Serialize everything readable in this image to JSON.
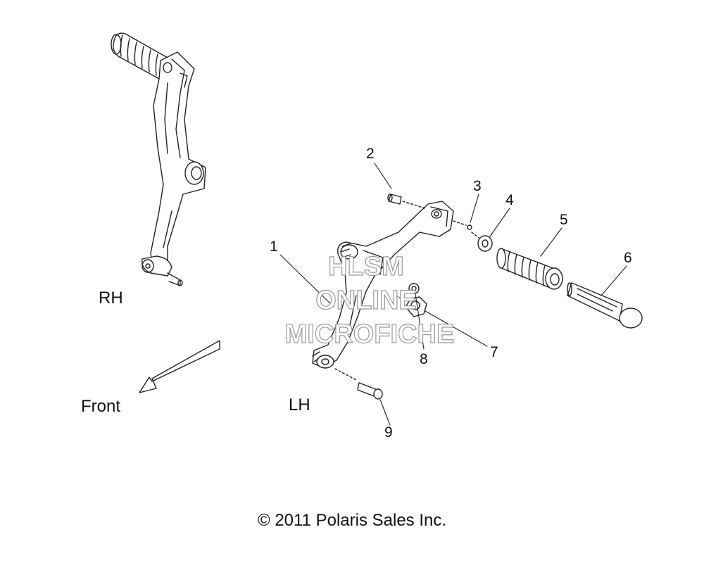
{
  "diagram": {
    "callouts": {
      "c1": "1",
      "c2": "2",
      "c3": "3",
      "c4": "4",
      "c5": "5",
      "c6": "6",
      "c7": "7",
      "c8": "8",
      "c9": "9"
    },
    "labels": {
      "rh": "RH",
      "lh": "LH",
      "front": "Front"
    },
    "watermark": {
      "line1": "HLSM",
      "line2": "ONLINE",
      "line3": "MICROFICHE"
    },
    "copyright": "© 2011 Polaris Sales Inc."
  }
}
